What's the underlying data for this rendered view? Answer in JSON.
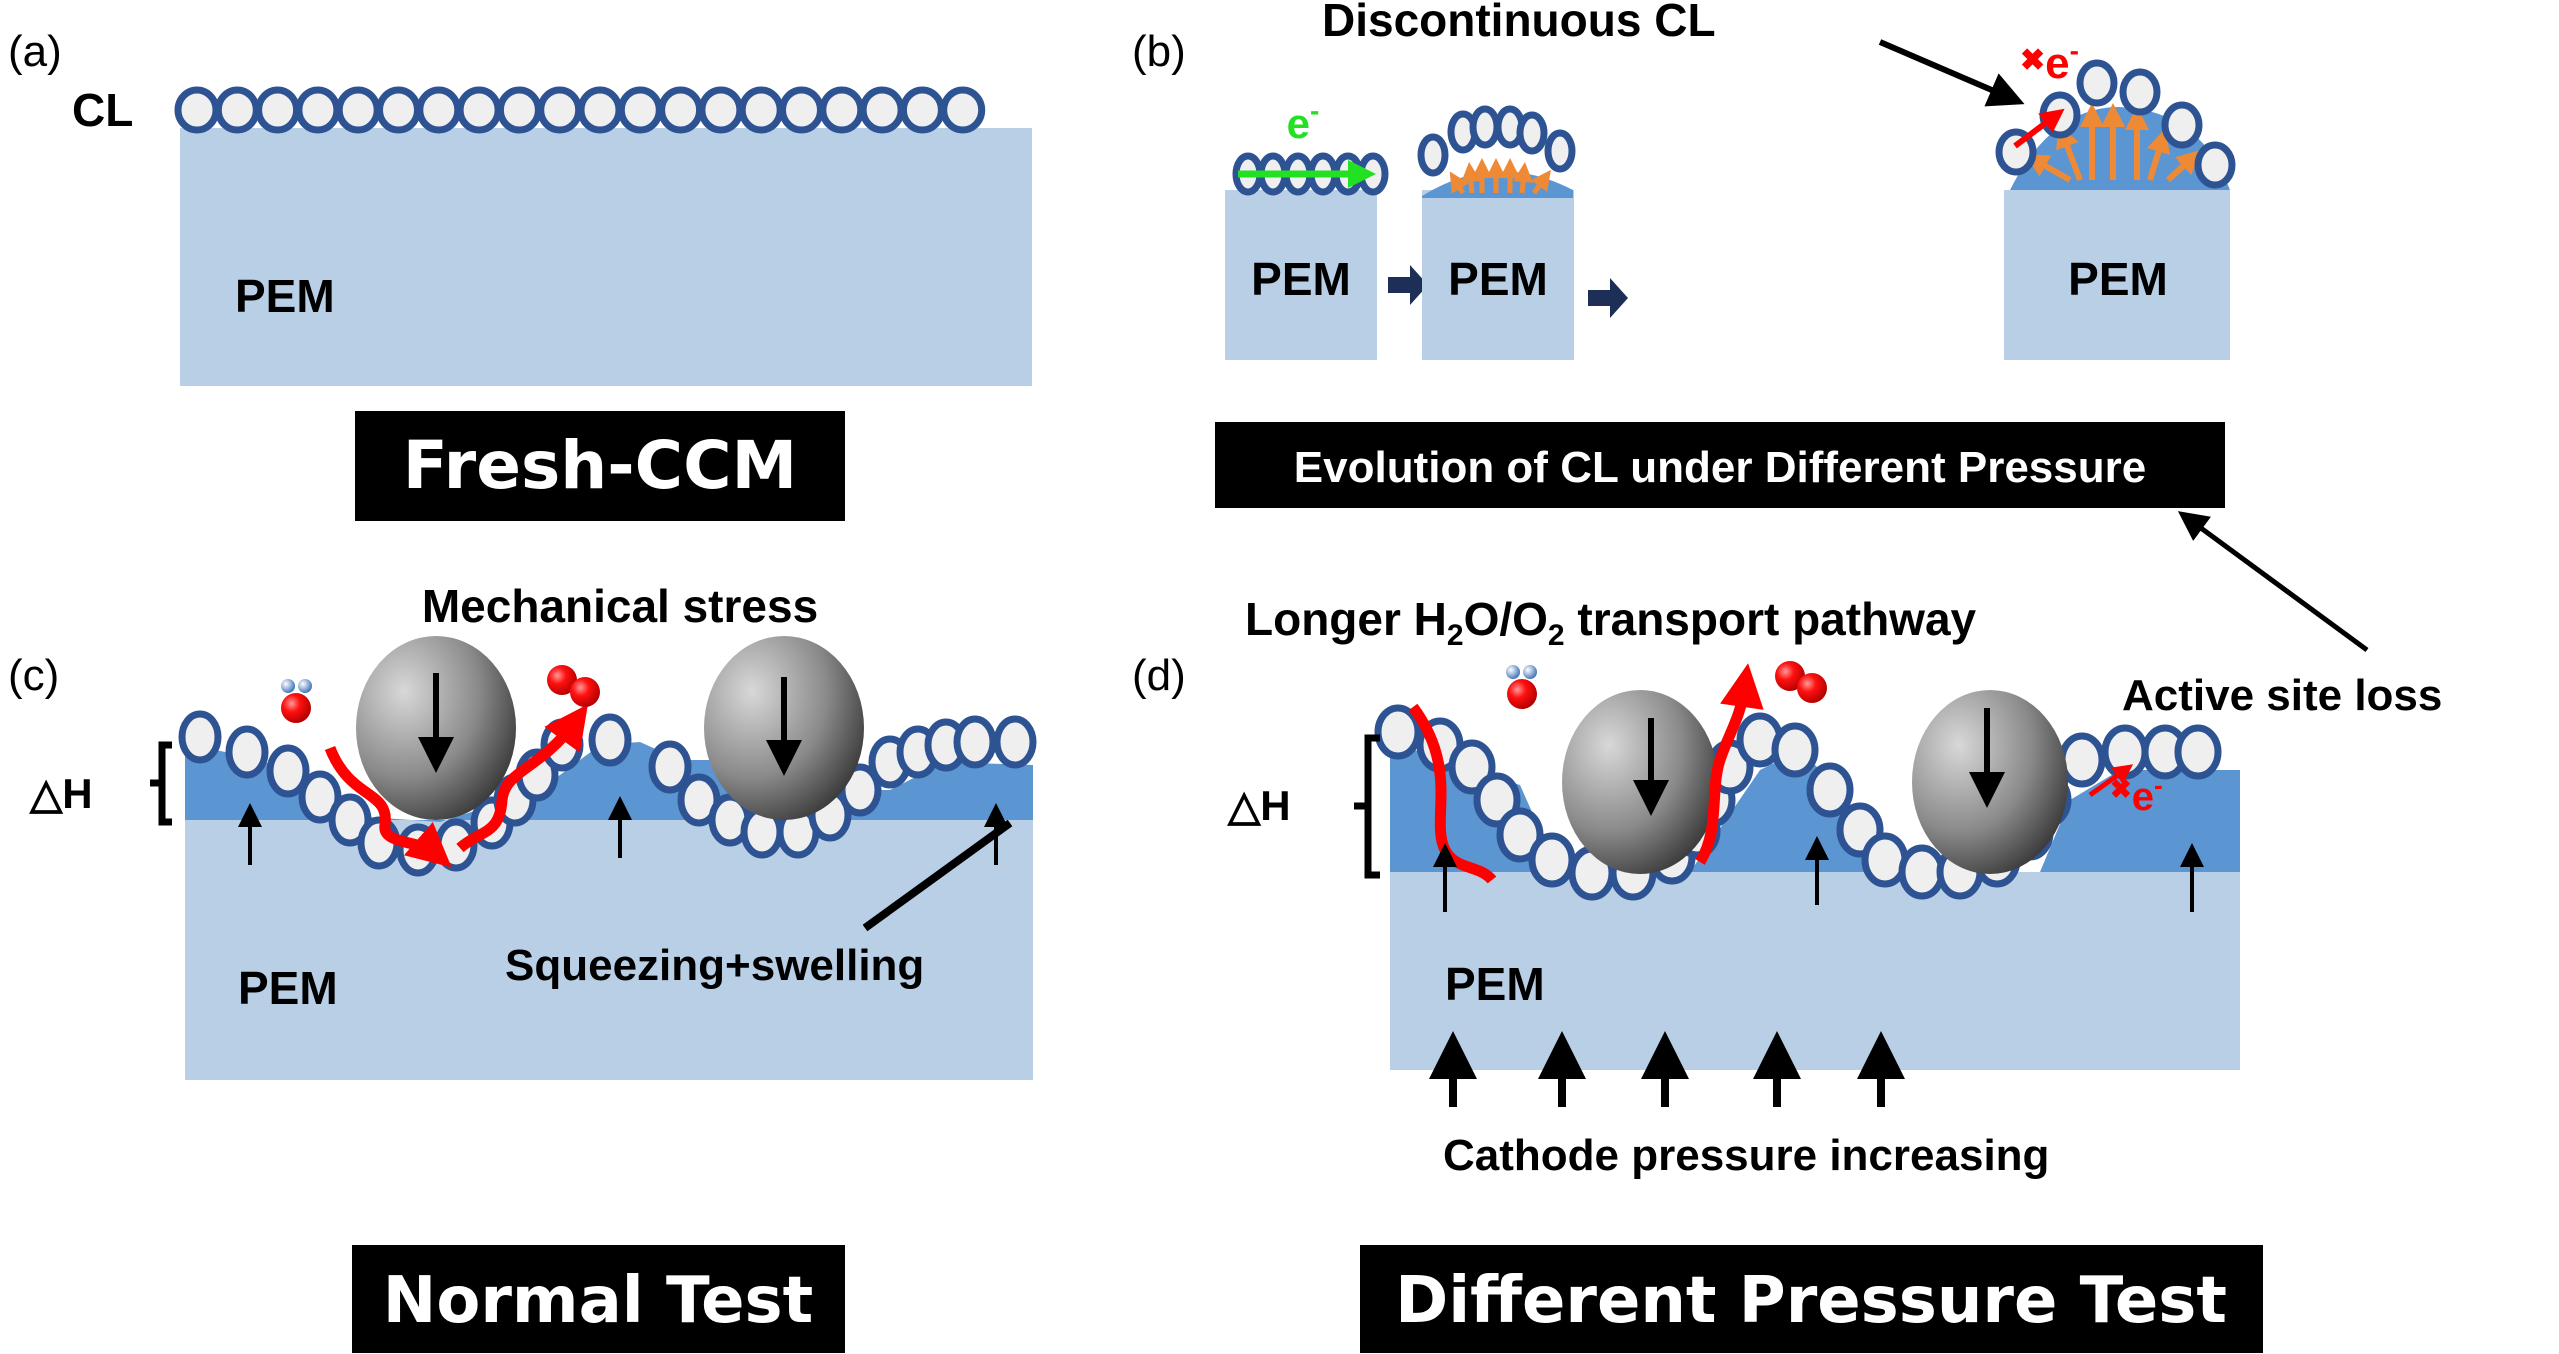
{
  "figure": {
    "colors": {
      "pem": "#b8cfe6",
      "ionomer": "#5b96d2",
      "particle_fill": "#efefef",
      "particle_stroke": "#2e5393",
      "electron_ok": "#22e022",
      "electron_blocked": "#ff0000",
      "swelling_arrow": "#ee8a35",
      "banner_bg": "#000000",
      "banner_text": "#ffffff",
      "step_arrow": "#1e2f57"
    },
    "panel_a": {
      "label": "(a)",
      "cl_label": "CL",
      "pem_label": "PEM",
      "banner": "Fresh-CCM"
    },
    "panel_b": {
      "label": "(b)",
      "annotation_discontinuous": "Discontinuous CL",
      "electron_label": "e",
      "electron_sup": "-",
      "blocked_electron_label": "e",
      "blocked_electron_sup": "-",
      "stages": [
        {
          "pem_label": "PEM"
        },
        {
          "pem_label": "PEM"
        },
        {
          "pem_label": "PEM"
        }
      ],
      "banner": "Evolution of CL under  Different Pressure"
    },
    "panel_c": {
      "label": "(c)",
      "title": "Mechanical stress",
      "delta_h": "△H",
      "pem_label": "PEM",
      "annotation": "Squeezing+swelling",
      "banner": "Normal Test"
    },
    "panel_d": {
      "label": "(d)",
      "title_prefix": "Longer H",
      "title_sub1": "2",
      "title_mid": "O/O",
      "title_sub2": "2",
      "title_suffix": " transport pathway",
      "annotation_active_site": "Active site loss",
      "delta_h": "△H",
      "pem_label": "PEM",
      "blocked_electron_label": "e",
      "blocked_electron_sup": "-",
      "bottom_caption": "Cathode pressure increasing",
      "banner": "Different Pressure Test"
    }
  }
}
